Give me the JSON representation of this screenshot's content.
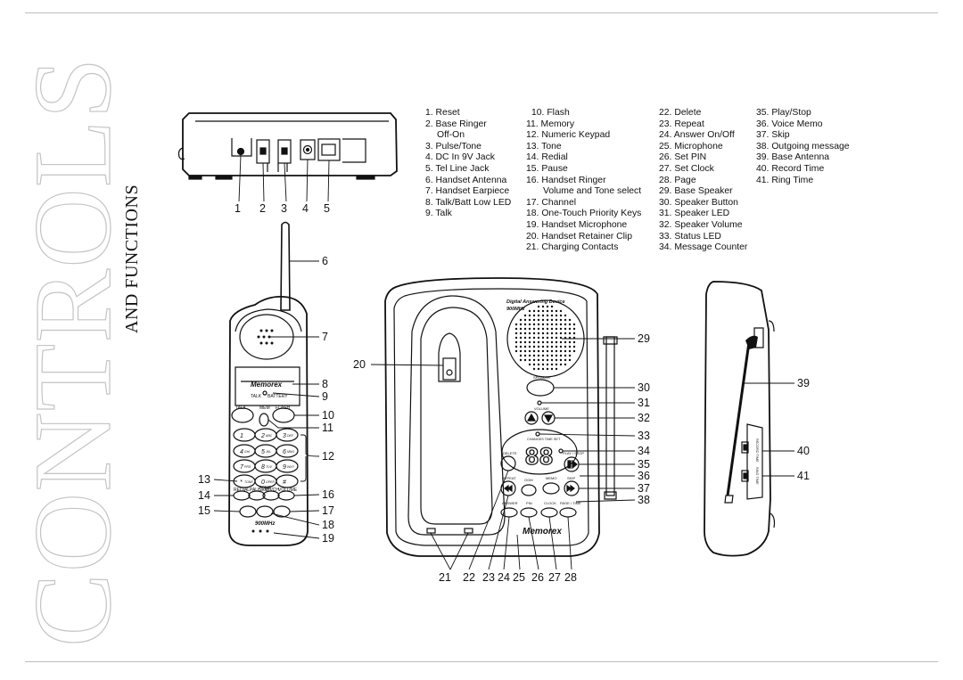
{
  "page": {
    "title": "CONTROLS",
    "subtitle": "AND FUNCTIONS"
  },
  "legend": [
    [
      "1. Reset",
      "2. Base Ringer",
      "    Off-On",
      "3. Pulse/Tone",
      "4. DC In 9V Jack",
      "5. Tel Line Jack",
      "6. Handset Antenna",
      "7. Handset Earpiece",
      "8. Talk/Batt Low LED",
      "9. Talk"
    ],
    [
      "10. Flash",
      "11. Memory",
      "12. Numeric Keypad",
      "13. Tone",
      "14. Redial",
      "15. Pause",
      "16. Handset Ringer",
      "     Volume and Tone select",
      "17. Channel",
      "18. One-Touch Priority Keys",
      "19. Handset Microphone",
      "20. Handset Retainer Clip",
      "21. Charging Contacts"
    ],
    [
      "22. Delete",
      "23. Repeat",
      "24. Answer On/Off",
      "25. Microphone",
      "26. Set PIN",
      "27. Set Clock",
      "28. Page",
      "29. Base Speaker",
      "30. Speaker Button",
      "31. Speaker LED",
      "32. Speaker Volume",
      "33. Status LED",
      "34. Message Counter"
    ],
    [
      "35. Play/Stop",
      "36. Voice Memo",
      "37. Skip",
      "38. Outgoing message",
      "39. Base Antenna",
      "40. Record Time",
      "41. Ring Time"
    ]
  ],
  "callouts": {
    "back": [
      "1",
      "2",
      "3",
      "4",
      "5"
    ],
    "handset_right": [
      "6",
      "7",
      "8",
      "9",
      "10",
      "11",
      "12",
      "16",
      "17",
      "18",
      "19"
    ],
    "handset_left": [
      "13",
      "14",
      "15"
    ],
    "base_left": [
      "20"
    ],
    "base_right": [
      "29",
      "30",
      "31",
      "32",
      "33",
      "34",
      "35",
      "36",
      "37",
      "38"
    ],
    "base_bottom": [
      "21",
      "22",
      "23",
      "24",
      "25",
      "26",
      "27",
      "28"
    ],
    "side": [
      "39",
      "40",
      "41"
    ]
  },
  "device_labels": {
    "brand": "Memorex",
    "talk_batt": "TALK",
    "battery": "BATTERY",
    "talk_key": "TALK",
    "mem_key": "MEM",
    "flash_key": "FLASH",
    "tone_key": "TONE",
    "redial_key": "REDIAL",
    "pause_key": "PAUSE/P",
    "ch_key": "CH/CH",
    "volume_key": "VOLUME",
    "freq": "900MHz",
    "keypad": [
      "1",
      "2",
      "3",
      "4",
      "5",
      "6",
      "7",
      "8",
      "9",
      "*",
      "0",
      "#"
    ],
    "keypad_sub": [
      "",
      "ABC",
      "DEF",
      "GHI",
      "JKL",
      "MNO",
      "PRS",
      "TUV",
      "WXY",
      "TONE",
      "OPER",
      ""
    ],
    "base_header": "Digital Answering Device",
    "base_freq": "900MHz",
    "speaker_btn": "SPEAKER",
    "volume": "VOLUME",
    "changes": "CHANGES TIME SET",
    "counter": "88",
    "delete": "DELETE",
    "play_stop": "PLAY / STOP",
    "repeat": "REPEAT",
    "memo": "MEMO",
    "skip": "SKIP",
    "ogm": "OGM",
    "answer": "ANSWER",
    "pin": "PIN",
    "clock": "CLOCK",
    "page": "PAGE / TIME",
    "record_time": "RECORD TIME",
    "ring_time": "RING TIME"
  }
}
